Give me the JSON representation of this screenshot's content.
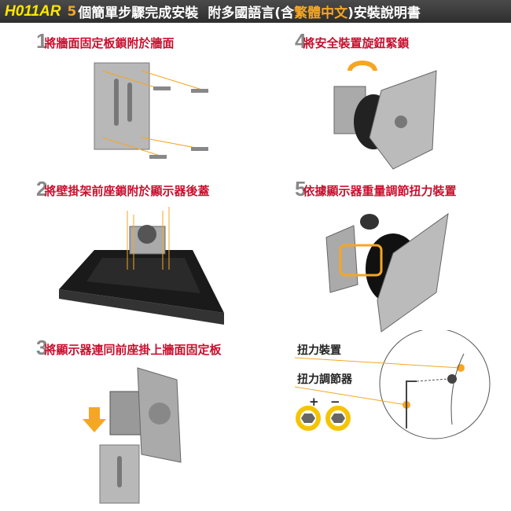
{
  "header": {
    "model": "H011AR",
    "step_count": "5",
    "text_1": "個簡單步驟完成安裝",
    "text_2": "附多國語言(含",
    "highlight": "繁體中文",
    "text_3": ")安裝說明書"
  },
  "steps": [
    {
      "number": "1",
      "title": "將牆面固定板鎖附於牆面"
    },
    {
      "number": "2",
      "title": "將壁掛架前座鎖附於顯示器後蓋"
    },
    {
      "number": "3",
      "title": "將顯示器連同前座掛上牆面固定板"
    },
    {
      "number": "4",
      "title": "將安全裝置旋鈕緊鎖"
    },
    {
      "number": "5",
      "title": "依據顯示器重量調節扭力裝置"
    }
  ],
  "detail": {
    "label_torque_device": "扭力裝置",
    "label_torque_adjuster": "扭力調節器",
    "plus": "+",
    "minus": "−"
  },
  "colors": {
    "header_bg": "#333333",
    "model": "#ffe600",
    "accent": "#f5a623",
    "title": "#c8102e"
  }
}
